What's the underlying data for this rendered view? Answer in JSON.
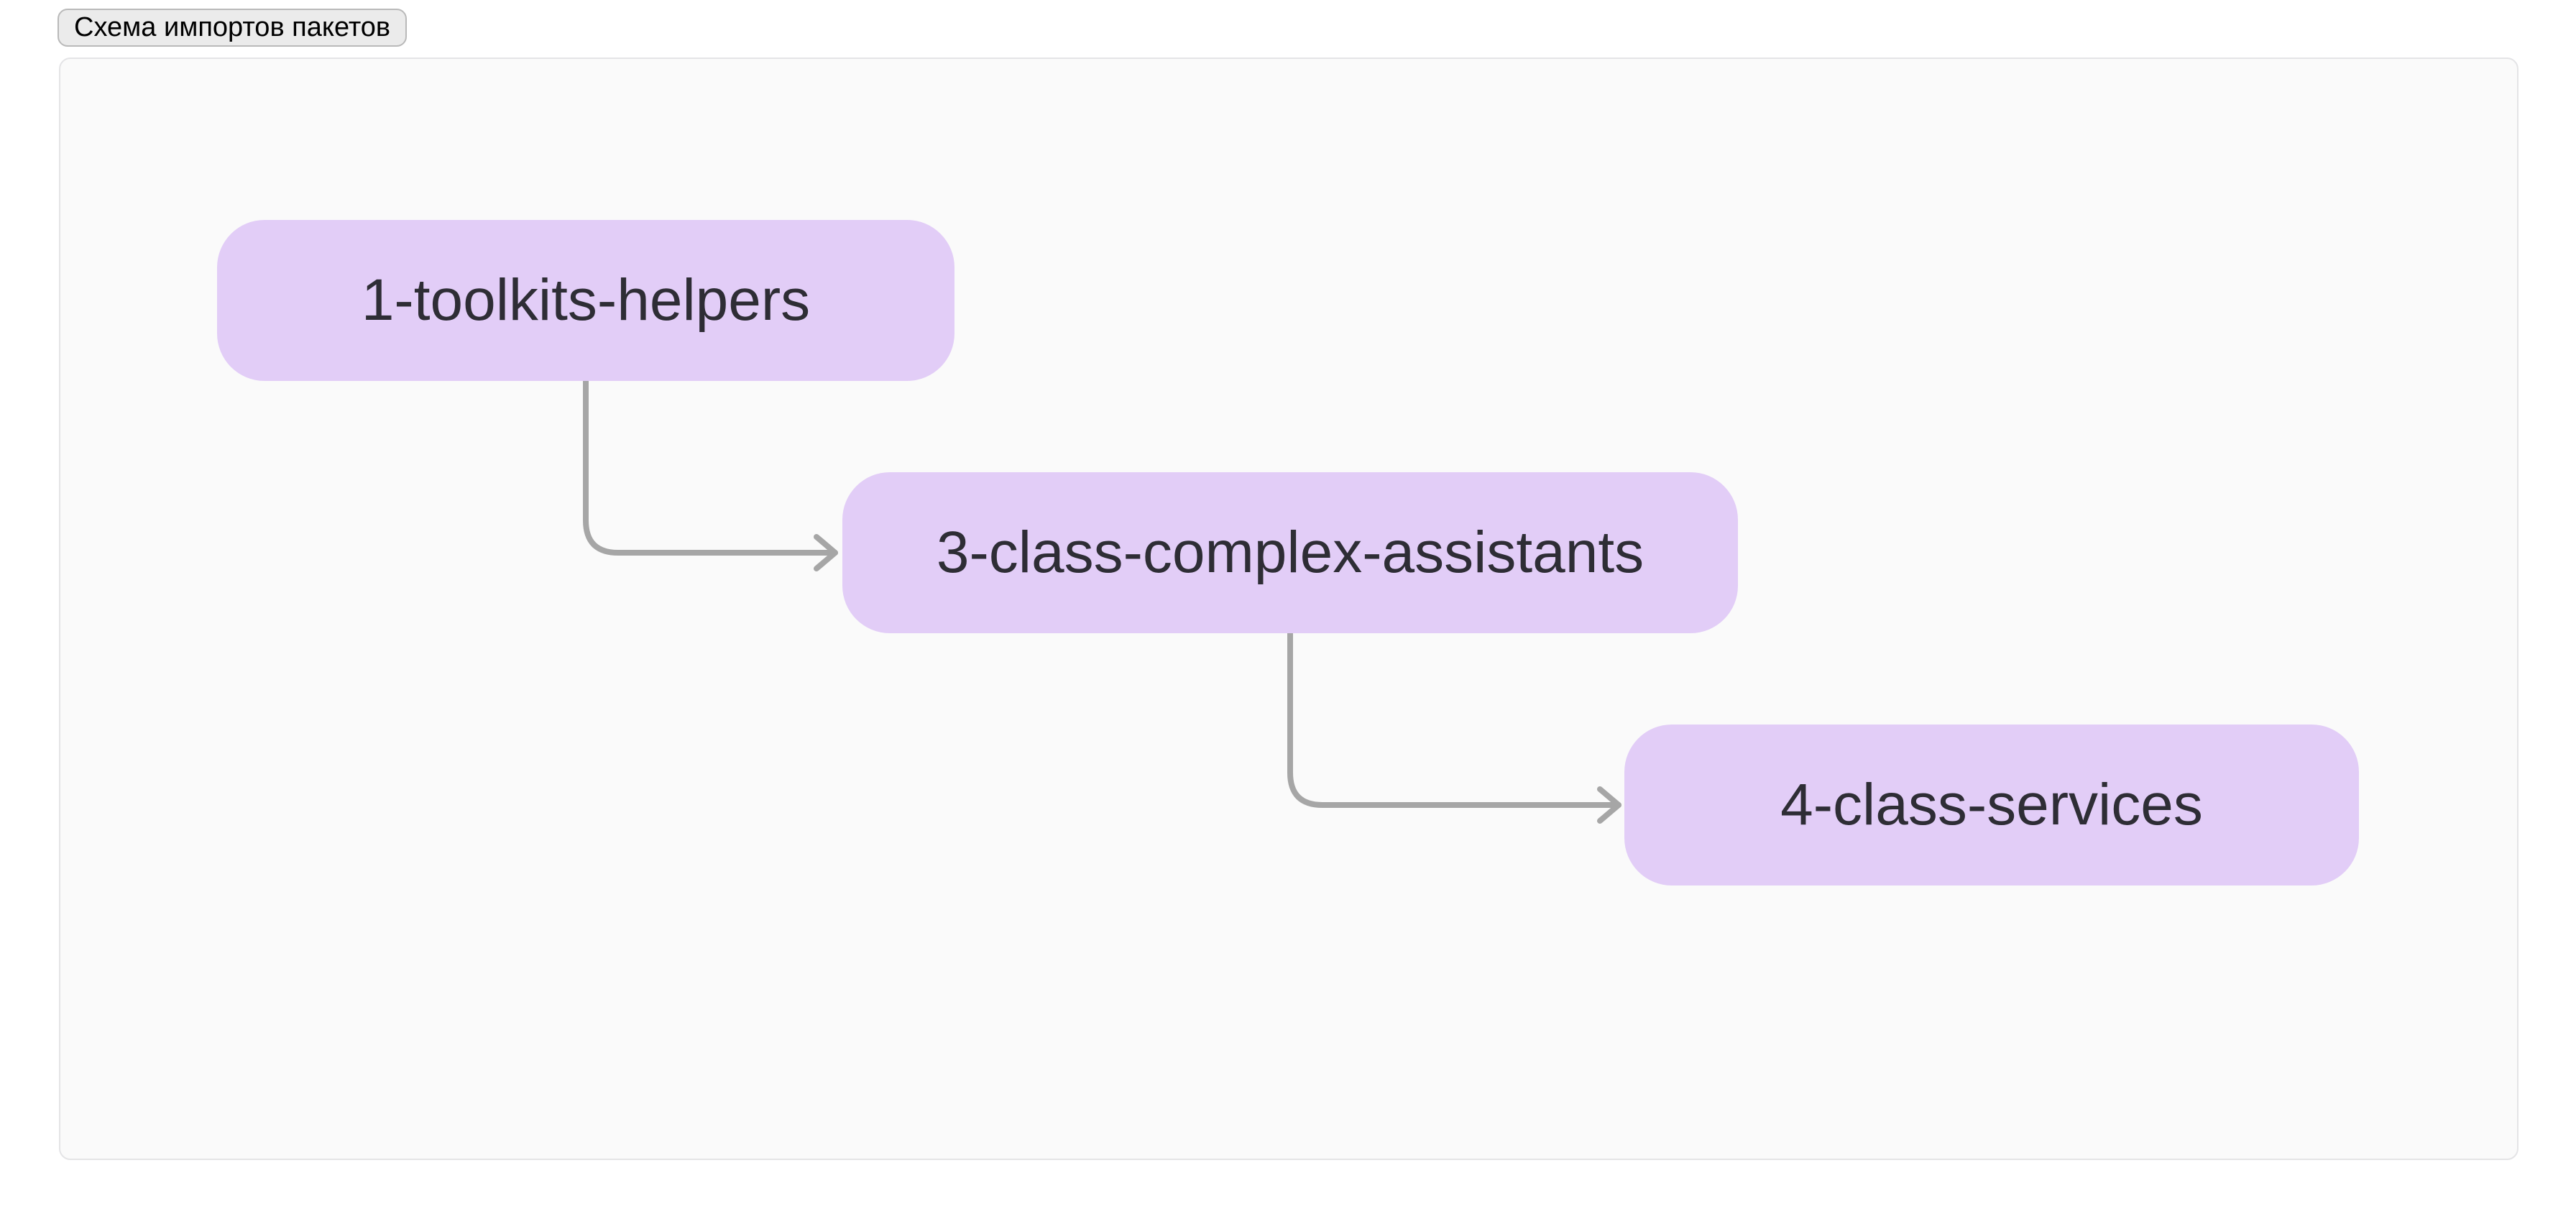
{
  "header": {
    "title_button_label": "Схема импортов пакетов"
  },
  "diagram": {
    "type": "flowchart",
    "nodes": [
      {
        "id": "1-toolkits-helpers",
        "label": "1-toolkits-helpers"
      },
      {
        "id": "3-class-complex-assistants",
        "label": "3-class-complex-assistants"
      },
      {
        "id": "4-class-services",
        "label": "4-class-services"
      }
    ],
    "edges": [
      {
        "from": "1-toolkits-helpers",
        "to": "3-class-complex-assistants",
        "style": "arrow"
      },
      {
        "from": "3-class-complex-assistants",
        "to": "4-class-services",
        "style": "arrow"
      }
    ]
  },
  "theme": {
    "page-bg": "#ffffff",
    "panel-bg": "#fafafa",
    "panel-border": "#e4e4e6",
    "node-fill": "#e2cdf7",
    "node-text": "#2e2d35",
    "edge-color": "#a6a6a6",
    "title-bg": "#ebebeb",
    "title-border": "#b9b9b9",
    "title-text": "#000000"
  }
}
